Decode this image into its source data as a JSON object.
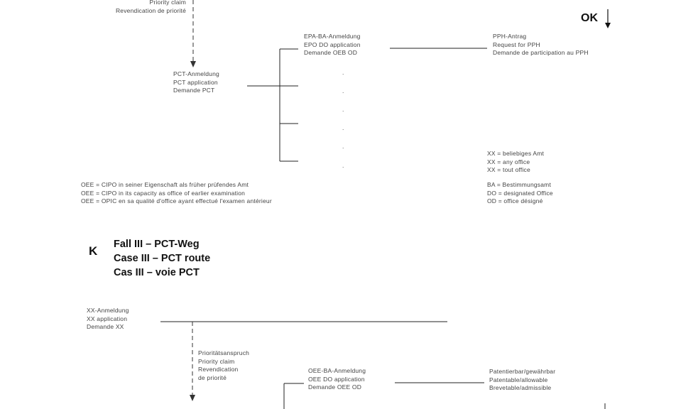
{
  "top": {
    "priority_claim": [
      "Priority claim",
      "Revendication de priorité"
    ],
    "ok": "OK",
    "epa_block": [
      "EPA-BA-Anmeldung",
      "EPO DO application",
      "Demande OEB OD"
    ],
    "pph_block": [
      "PPH-Antrag",
      "Request for PPH",
      "Demande de participation au PPH"
    ],
    "pct_block": [
      "PCT-Anmeldung",
      "PCT application",
      "Demande PCT"
    ],
    "dots": [
      ".",
      ".",
      ".",
      ".",
      ".",
      "."
    ],
    "xx_legend": [
      "XX  =  beliebiges Amt",
      "XX  =  any office",
      "XX  =  tout office"
    ],
    "oee_legend": [
      "OEE = CIPO in seiner Eigenschaft als früher prüfendes Amt",
      "OEE = CIPO in its capacity as office of earlier examination",
      "OEE = OPIC en sa qualité d'office ayant effectué l'examen antérieur"
    ],
    "ba_legend": [
      "BA   =  Bestimmungsamt",
      "DO  =  designated Office",
      "OD  =  office désigné"
    ]
  },
  "section_k": {
    "letter": "K",
    "titles": [
      "Fall III – PCT-Weg",
      "Case III – PCT route",
      "Cas III – voie PCT"
    ]
  },
  "bottom": {
    "xx_block": [
      "XX-Anmeldung",
      "XX application",
      "Demande XX"
    ],
    "priority_block": [
      "Prioritätsanspruch",
      "Priority claim",
      "Revendication",
      "de priorité"
    ],
    "oee_block": [
      "OEE-BA-Anmeldung",
      "OEE DO application",
      "Demande OEE OD"
    ],
    "patent_block": [
      "Patentierbar/gewährbar",
      "Patentable/allowable",
      "Brevetable/admissible"
    ]
  }
}
